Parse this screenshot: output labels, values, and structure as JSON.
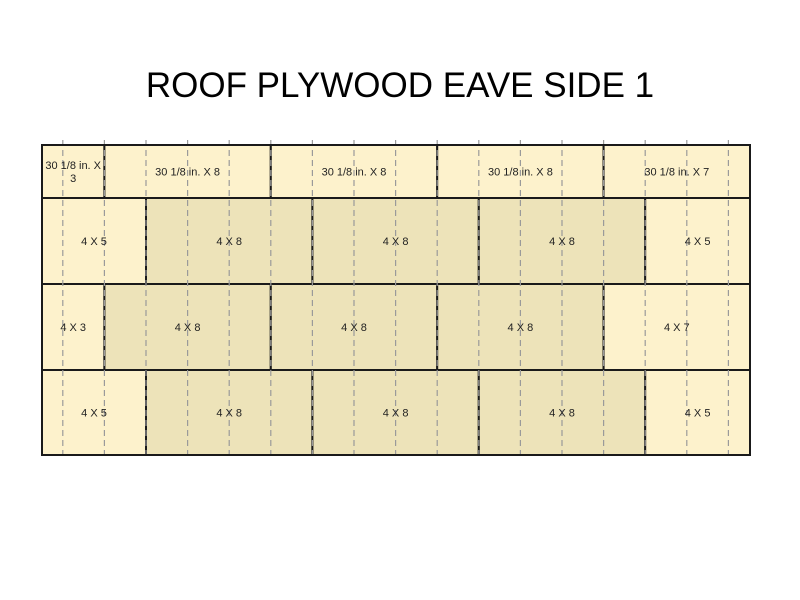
{
  "title": "ROOF PLYWOOD EAVE SIDE 1",
  "colors": {
    "light_sheet": "#fdf2cc",
    "dark_sheet": "#ede3b9",
    "outline": "#1a1a1a",
    "rafter_line": "#9a9a9a"
  },
  "rows": [
    {
      "name": "row-1",
      "panels": [
        {
          "label_lines": [
            "30 1/8 in. X",
            "3"
          ],
          "length": 3,
          "shade": "light"
        },
        {
          "label_lines": [
            "30 1/8 in. X 8"
          ],
          "length": 8,
          "shade": "light"
        },
        {
          "label_lines": [
            "30 1/8 in. X 8"
          ],
          "length": 8,
          "shade": "light"
        },
        {
          "label_lines": [
            "30 1/8 in. X 8"
          ],
          "length": 8,
          "shade": "light"
        },
        {
          "label_lines": [
            "30 1/8 in. X 7"
          ],
          "length": 7,
          "shade": "light"
        }
      ]
    },
    {
      "name": "row-2",
      "panels": [
        {
          "label_lines": [
            "4 X 5"
          ],
          "length": 5,
          "shade": "light"
        },
        {
          "label_lines": [
            "4 X 8"
          ],
          "length": 8,
          "shade": "dark"
        },
        {
          "label_lines": [
            "4 X 8"
          ],
          "length": 8,
          "shade": "dark"
        },
        {
          "label_lines": [
            "4 X 8"
          ],
          "length": 8,
          "shade": "dark"
        },
        {
          "label_lines": [
            "4 X 5"
          ],
          "length": 5,
          "shade": "light"
        }
      ]
    },
    {
      "name": "row-3",
      "panels": [
        {
          "label_lines": [
            "4 X 3"
          ],
          "length": 3,
          "shade": "light"
        },
        {
          "label_lines": [
            "4 X 8"
          ],
          "length": 8,
          "shade": "dark"
        },
        {
          "label_lines": [
            "4 X 8"
          ],
          "length": 8,
          "shade": "dark"
        },
        {
          "label_lines": [
            "4 X 8"
          ],
          "length": 8,
          "shade": "dark"
        },
        {
          "label_lines": [
            "4 X 7"
          ],
          "length": 7,
          "shade": "light"
        }
      ]
    },
    {
      "name": "row-4",
      "panels": [
        {
          "label_lines": [
            "4 X 5"
          ],
          "length": 5,
          "shade": "light"
        },
        {
          "label_lines": [
            "4 X 8"
          ],
          "length": 8,
          "shade": "dark"
        },
        {
          "label_lines": [
            "4 X 8"
          ],
          "length": 8,
          "shade": "dark"
        },
        {
          "label_lines": [
            "4 X 8"
          ],
          "length": 8,
          "shade": "dark"
        },
        {
          "label_lines": [
            "4 X 5"
          ],
          "length": 5,
          "shade": "light"
        }
      ]
    }
  ]
}
